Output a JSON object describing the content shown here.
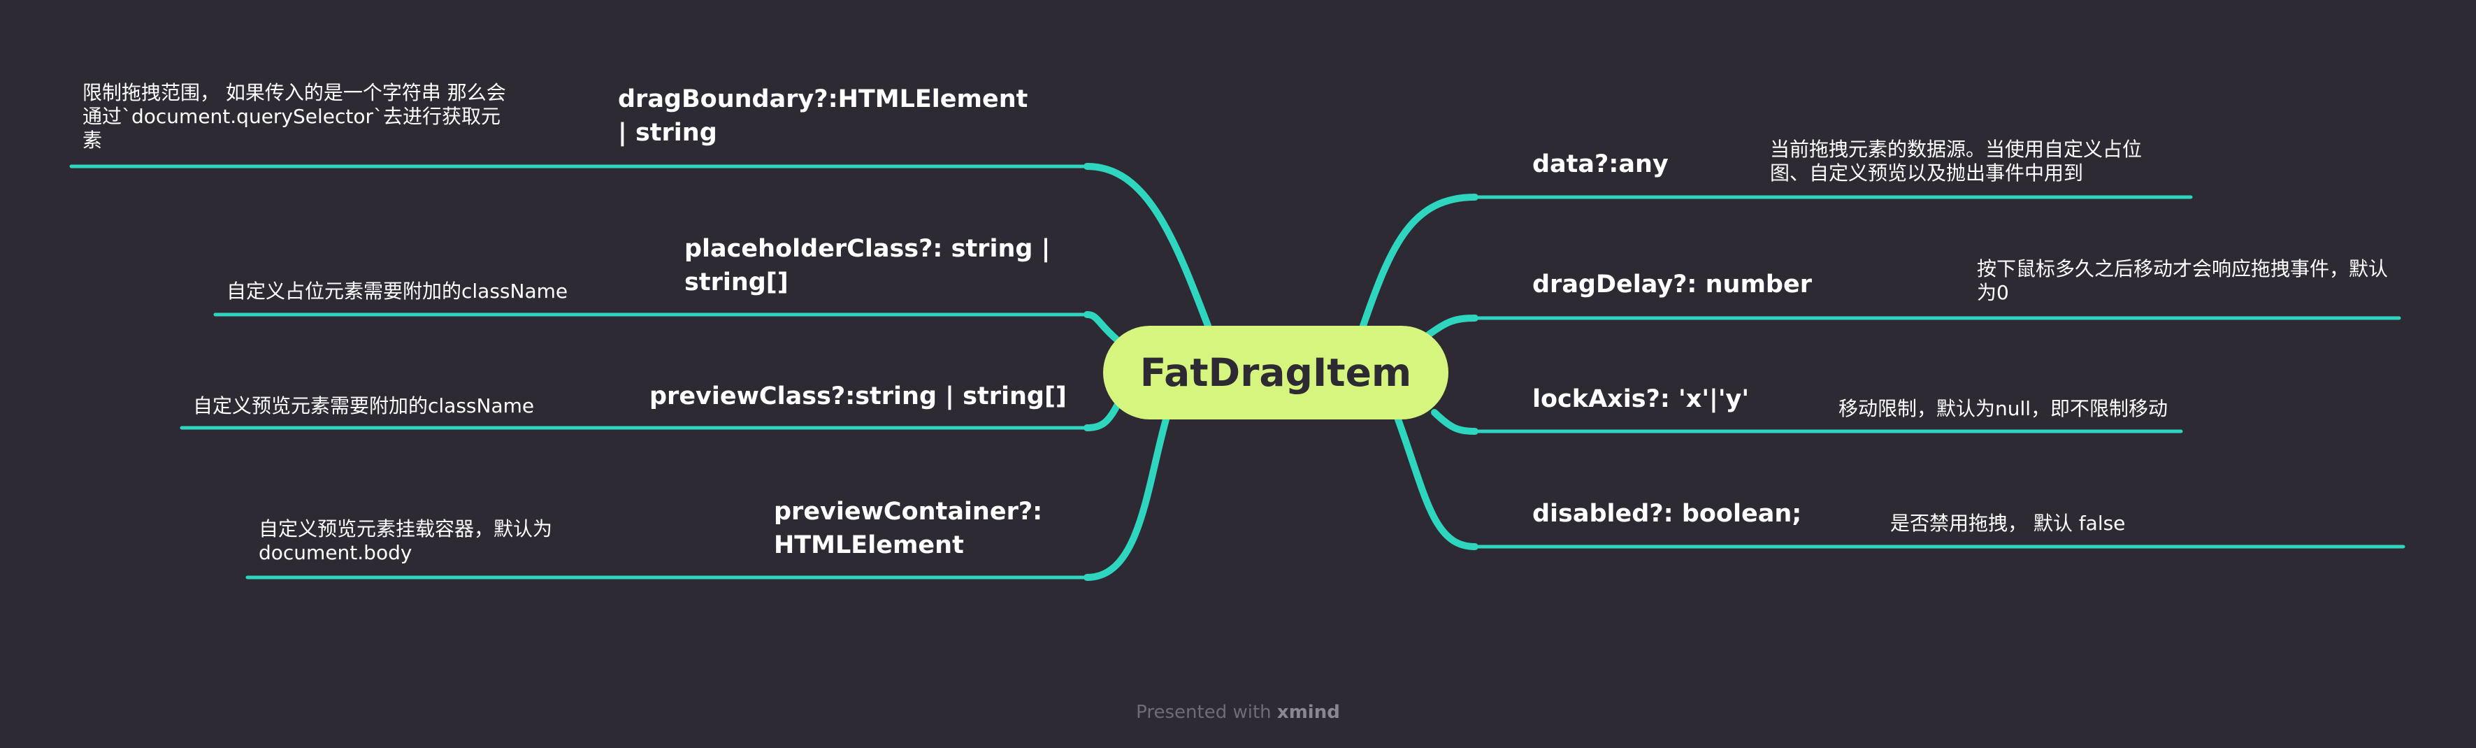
{
  "root": {
    "title": "FatDragItem"
  },
  "branches": [
    {
      "label": "dragBoundary?:HTMLElement | string",
      "description": "限制拖拽范围， 如果传入的是一个字符串 那么会通过`document.querySelector`去进行获取元素"
    },
    {
      "label": "placeholderClass?: string | string[]",
      "description": "自定义占位元素需要附加的className"
    },
    {
      "label": "previewClass?:string | string[]",
      "description": "自定义预览元素需要附加的className"
    },
    {
      "label": "previewContainer?: HTMLElement",
      "description": "自定义预览元素挂载容器，默认为document.body"
    },
    {
      "label": "data?:any",
      "description": "当前拖拽元素的数据源。当使用自定义占位图、自定义预览以及抛出事件中用到"
    },
    {
      "label": "dragDelay?: number",
      "description": "按下鼠标多久之后移动才会响应拖拽事件，默认为0"
    },
    {
      "label": "lockAxis?: 'x'|'y'",
      "description": "移动限制，默认为null，即不限制移动"
    },
    {
      "label": "disabled?: boolean;",
      "description": "是否禁用拖拽， 默认 false"
    }
  ],
  "footer": {
    "prefix": "Presented with",
    "brand": "xmind"
  },
  "colors": {
    "background": "#2d2a33",
    "branch_line": "#2fd6bf",
    "root_fill": "#d5f57e",
    "root_text": "#2d2a33",
    "text": "#ffffff"
  }
}
